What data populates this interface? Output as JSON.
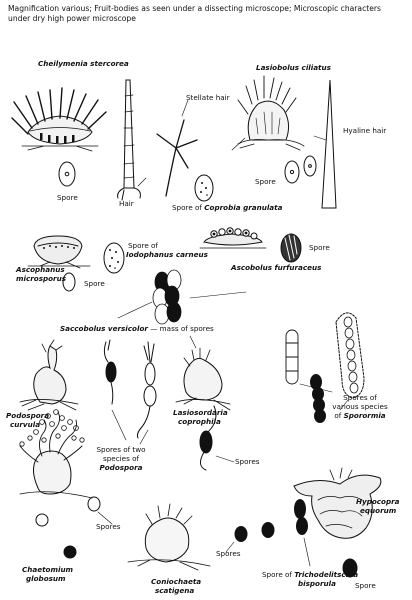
{
  "caption": "Magnification various; Fruit-bodies as seen under a dissecting microscope; Microscopic characters under dry high power microscope",
  "labels": {
    "cheilymenia": "Cheilymenia stercorea",
    "lasiobolus": "Lasiobolus ciliatus",
    "stellate_hair": "Stellate hair",
    "hyaline_hair": "Hyaline hair",
    "spore": "Spore",
    "spores": "Spores",
    "hair": "Hair",
    "spore_of": "Spore of",
    "coprobia": "Coprobia granulata",
    "iodophanus_pre": "Spore of",
    "iodophanus": "Iodophanus carneus",
    "ascophanus_1": "Ascophanus",
    "ascophanus_2": "microsporus",
    "ascobolus": "Ascobolus furfuraceus",
    "saccobolus": "Saccobolus versicolor",
    "saccobolus_post": " — mass of spores",
    "podospora_c1": "Podospora",
    "podospora_c2": "curvula",
    "two_species_1": "Spores of two",
    "two_species_2": "species of",
    "podospora": "Podospora",
    "lasiosordaria_1": "Lasiosordaria",
    "lasiosordaria_2": "coprophila",
    "sporormia_1": "Spores of",
    "sporormia_2": "various species",
    "sporormia_3": "of",
    "sporormia": "Sporormia",
    "hypocopra_1": "Hypocopra",
    "hypocopra_2": "equorum",
    "chaetomium_1": "Chaetomium",
    "chaetomium_2": "globosum",
    "coniochaeta_1": "Coniochaeta",
    "coniochaeta_2": "scatigena",
    "tricho_pre": "Spore of",
    "tricho_1": "Trichodelitschia",
    "tricho_2": "bisporula"
  }
}
